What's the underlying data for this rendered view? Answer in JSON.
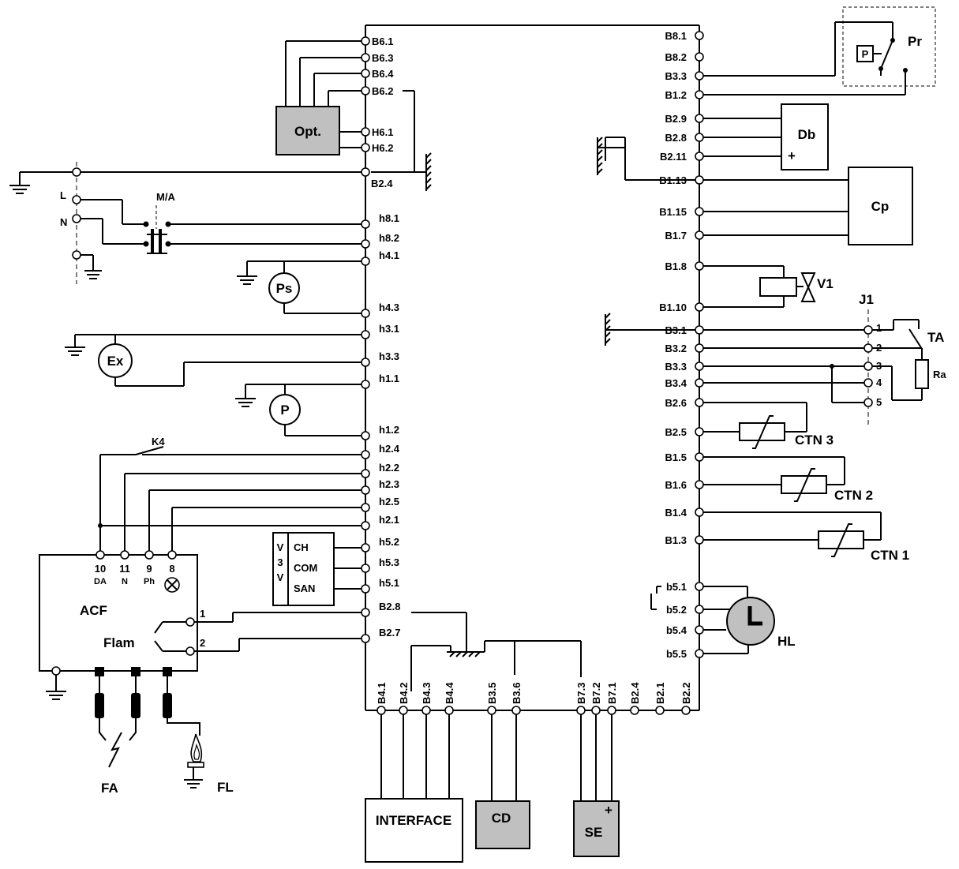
{
  "board": {
    "top_left": [
      "B6.1",
      "B6.3",
      "B6.4",
      "B6.2",
      "H6.1",
      "H6.2",
      "B2.4"
    ],
    "left": [
      "h8.1",
      "h8.2",
      "h4.1",
      "h4.3",
      "h3.1",
      "h3.3",
      "h1.1",
      "h1.2",
      "h2.4",
      "h2.2",
      "h2.3",
      "h2.5",
      "h2.1",
      "h5.2",
      "h5.3",
      "h5.1",
      "B2.8",
      "B2.7"
    ],
    "right": [
      "B8.1",
      "B8.2",
      "B3.3",
      "B1.2",
      "B2.9",
      "B2.8",
      "B2.11",
      "B1.13",
      "B1.15",
      "B1.7",
      "B1.8",
      "B1.10",
      "B3.1",
      "B3.2",
      "B3.3",
      "B3.4",
      "B2.6",
      "B2.5",
      "B1.5",
      "B1.6",
      "B1.4",
      "B1.3",
      "b5.1",
      "b5.2",
      "b5.4",
      "b5.5"
    ],
    "bottom": [
      "B4.1",
      "B4.2",
      "B4.3",
      "B4.4",
      "B3.5",
      "B3.6",
      "B7.3",
      "B7.2",
      "B7.1",
      "B2.4",
      "B2.1",
      "B2.2"
    ]
  },
  "components": {
    "opt": "Opt.",
    "mains_l": "L",
    "mains_n": "N",
    "switch": "M/A",
    "ps": "Ps",
    "ex": "Ex",
    "pump": "P",
    "k4": "K4",
    "v3v_letters": [
      "V",
      "3",
      "V"
    ],
    "v3v_ch": "CH",
    "v3v_com": "COM",
    "v3v_san": "SAN",
    "acf": "ACF",
    "flam": "Flam",
    "acf_term1": "1",
    "acf_term2": "2",
    "acf_pins": [
      "10",
      "11",
      "9",
      "8"
    ],
    "acf_pin_labels": [
      "DA",
      "N",
      "Ph"
    ],
    "fa": "FA",
    "fl": "FL",
    "interface": "INTERFACE",
    "cd": "CD",
    "se": "SE",
    "se_plus": "+",
    "pr": "Pr",
    "pr_p": "P",
    "db": "Db",
    "db_plus": "+",
    "cp": "Cp",
    "v1": "V1",
    "j1": "J1",
    "j1_pins": [
      "1",
      "2",
      "3",
      "4",
      "5"
    ],
    "ta": "TA",
    "ra": "Ra",
    "ctn3": "CTN 3",
    "ctn2": "CTN 2",
    "ctn1": "CTN 1",
    "hl": "HL"
  }
}
